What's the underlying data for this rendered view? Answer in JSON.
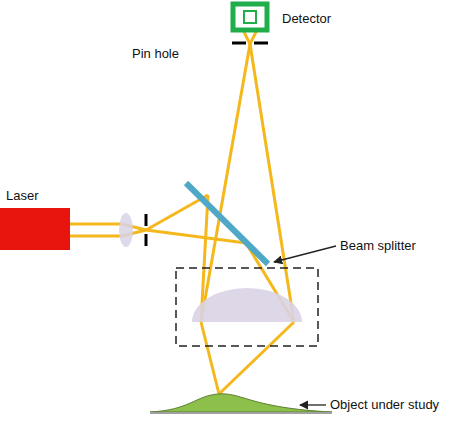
{
  "diagram": {
    "labels": [
      "Detector",
      "Pin hole",
      "Laser",
      "Beam splitter",
      "Object under study"
    ]
  }
}
